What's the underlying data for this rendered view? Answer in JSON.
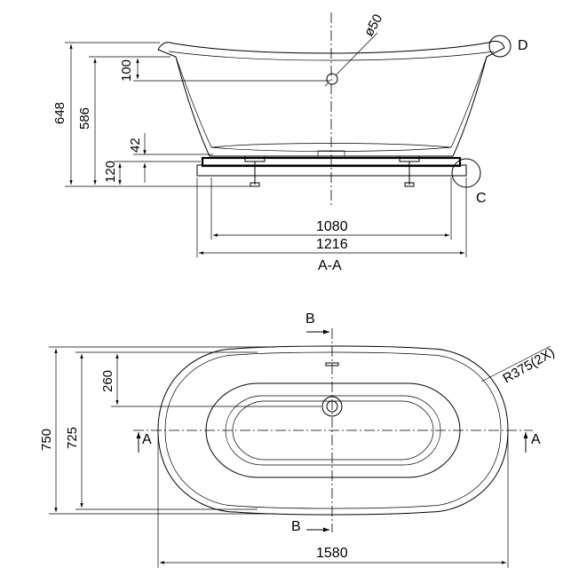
{
  "side_view": {
    "dim_648": "648",
    "dim_586": "586",
    "dim_100": "100",
    "dim_42": "42",
    "dim_120": "120",
    "dim_1080": "1080",
    "dim_1216": "1216",
    "dim_phi50": "ø50",
    "label_d": "D",
    "label_c": "C",
    "section_title": "A-A"
  },
  "plan_view": {
    "dim_750": "750",
    "dim_725": "725",
    "dim_260": "260",
    "dim_1580": "1580",
    "radius": "R375(2X)",
    "section_b_top": "B",
    "section_b_bottom": "B",
    "section_a_left": "A",
    "section_a_right": "A"
  }
}
